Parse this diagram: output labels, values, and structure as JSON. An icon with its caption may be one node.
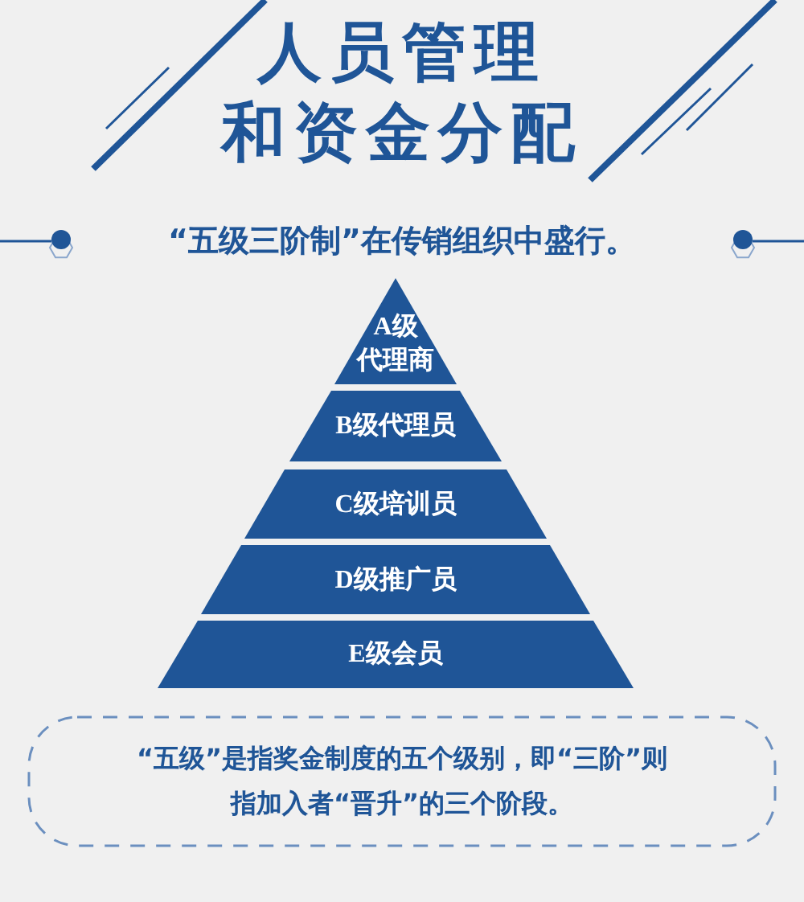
{
  "diagram": {
    "title": "人员管理和资金分配",
    "nodes": [
      {
        "text": [
          "A级代理商"
        ]
      },
      {
        "text": [
          "B级代理员"
        ]
      },
      {
        "text": [
          "C级培训员"
        ]
      },
      {
        "text": [
          "D级推广员"
        ]
      },
      {
        "text": [
          "E级会员"
        ]
      },
      {
        "text": [
          "“五级”是指奖金制度的五个级别，即“三阶”则指加入者“晋升”的三个阶段。"
        ]
      }
    ],
    "labels": [
      "“五级三阶制”在传销组织中盛行。"
    ]
  }
}
